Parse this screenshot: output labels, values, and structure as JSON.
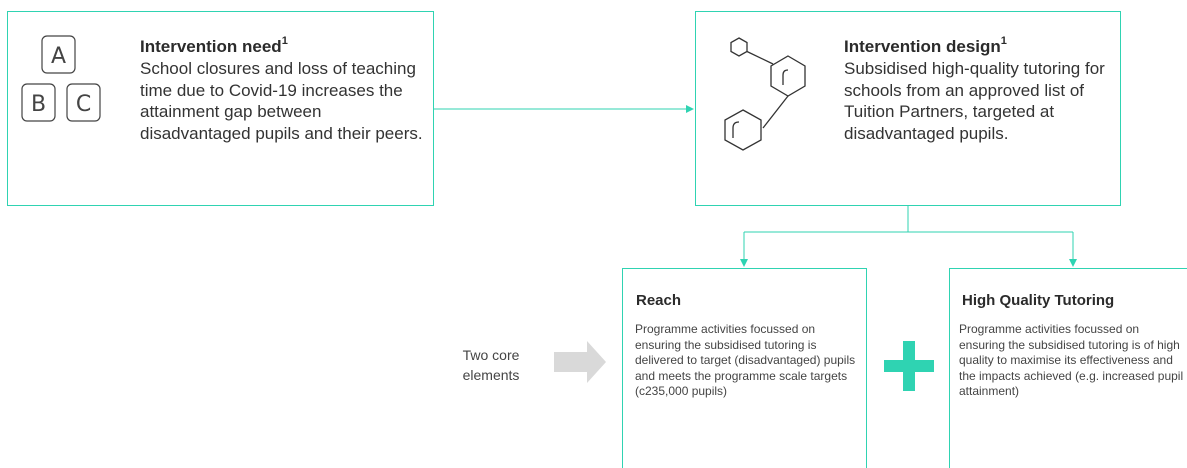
{
  "need": {
    "title": "Intervention need",
    "footnote": "1",
    "text": "School closures and loss of teaching time due to Covid-19 increases the attainment gap between disadvantaged pupils and their peers.",
    "icon_letters": [
      "A",
      "B",
      "C"
    ]
  },
  "design": {
    "title": "Intervention design",
    "footnote": "1",
    "text": "Subsidised high-quality tutoring for schools from an approved list of Tuition Partners, targeted at disadvantaged pupils."
  },
  "core": {
    "label": "Two core elements"
  },
  "reach": {
    "title": "Reach",
    "text": "Programme activities focussed on ensuring the subsidised tutoring is delivered to target (disadvantaged) pupils and meets the programme scale targets (c235,000 pupils)"
  },
  "hqt": {
    "title": "High Quality Tutoring",
    "text": "Programme activities focussed on ensuring the subsidised tutoring is of high quality to maximise its effectiveness and the impacts achieved (e.g. increased pupil attainment)"
  },
  "colors": {
    "accent": "#2fd3b2",
    "arrow_grey": "#d9d9d9",
    "text": "#2b2b2b"
  },
  "icons": {
    "abc": "abc-blocks-icon",
    "molecule": "molecule-icon",
    "plus": "plus-icon",
    "arrow": "grey-arrow-icon"
  }
}
